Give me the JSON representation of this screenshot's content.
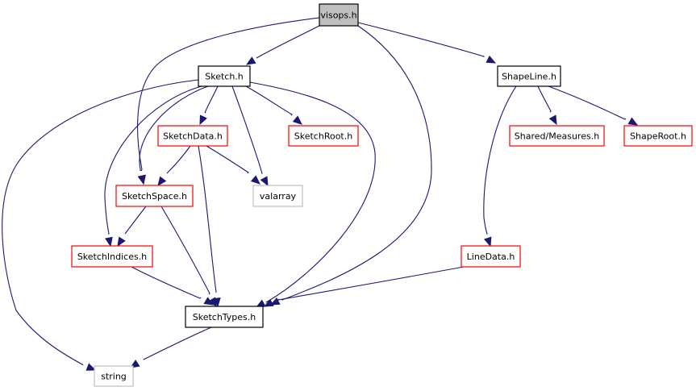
{
  "diagram": {
    "nodes": [
      {
        "id": "visops",
        "label": "visops.h",
        "kind": "root"
      },
      {
        "id": "sketch",
        "label": "Sketch.h",
        "kind": "documented"
      },
      {
        "id": "shapeline",
        "label": "ShapeLine.h",
        "kind": "documented"
      },
      {
        "id": "sketchdata",
        "label": "SketchData.h",
        "kind": "truncated"
      },
      {
        "id": "sketchroot",
        "label": "SketchRoot.h",
        "kind": "truncated"
      },
      {
        "id": "sharedmeasures",
        "label": "Shared/Measures.h",
        "kind": "truncated"
      },
      {
        "id": "shaperoot",
        "label": "ShapeRoot.h",
        "kind": "truncated"
      },
      {
        "id": "sketchspace",
        "label": "SketchSpace.h",
        "kind": "truncated"
      },
      {
        "id": "valarray",
        "label": "valarray",
        "kind": "system"
      },
      {
        "id": "sketchindices",
        "label": "SketchIndices.h",
        "kind": "truncated"
      },
      {
        "id": "linedata",
        "label": "LineData.h",
        "kind": "truncated"
      },
      {
        "id": "sketchtypes",
        "label": "SketchTypes.h",
        "kind": "documented"
      },
      {
        "id": "string",
        "label": "string",
        "kind": "system"
      }
    ],
    "edges": [
      {
        "from": "visops",
        "to": "sketch"
      },
      {
        "from": "visops",
        "to": "shapeline"
      },
      {
        "from": "visops",
        "to": "sketchspace"
      },
      {
        "from": "visops",
        "to": "sketchtypes"
      },
      {
        "from": "sketch",
        "to": "sketchdata"
      },
      {
        "from": "sketch",
        "to": "sketchroot"
      },
      {
        "from": "sketch",
        "to": "sketchspace"
      },
      {
        "from": "sketch",
        "to": "valarray"
      },
      {
        "from": "sketch",
        "to": "sketchindices"
      },
      {
        "from": "sketch",
        "to": "sketchtypes"
      },
      {
        "from": "sketch",
        "to": "string"
      },
      {
        "from": "shapeline",
        "to": "sharedmeasures"
      },
      {
        "from": "shapeline",
        "to": "shaperoot"
      },
      {
        "from": "shapeline",
        "to": "linedata"
      },
      {
        "from": "sketchdata",
        "to": "sketchspace"
      },
      {
        "from": "sketchdata",
        "to": "valarray"
      },
      {
        "from": "sketchdata",
        "to": "sketchtypes"
      },
      {
        "from": "sketchspace",
        "to": "sketchindices"
      },
      {
        "from": "sketchspace",
        "to": "sketchtypes"
      },
      {
        "from": "sketchindices",
        "to": "sketchtypes"
      },
      {
        "from": "linedata",
        "to": "sketchtypes"
      },
      {
        "from": "sketchtypes",
        "to": "string"
      }
    ],
    "colors": {
      "edge": "#191970",
      "root_fill": "#bfbfbf",
      "documented_border": "#000000",
      "truncated_border": "#ff0000",
      "system_border": "#bfbfbf"
    }
  }
}
